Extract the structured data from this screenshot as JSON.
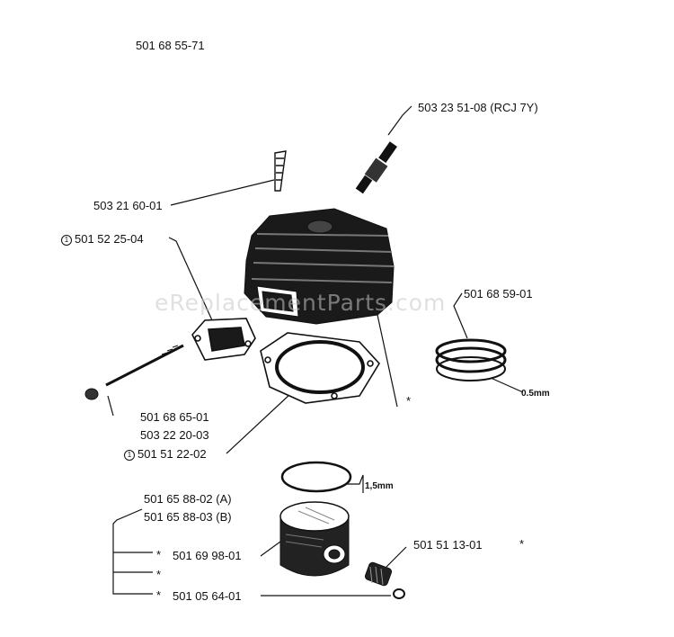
{
  "assembly_number": "501 68 55-71",
  "watermark": "eReplacementParts.com",
  "colors": {
    "ink": "#111111",
    "watermark": "#c8c8c8"
  },
  "labels": {
    "spark_plug": "503 23 51-08 (RCJ 7Y)",
    "screw_top": "503 21 60-01",
    "exhaust_gasket": "501 52 25-04",
    "ring_set": "501 68 59-01",
    "ring_gap": "0.5mm",
    "asterisk_cylinder": "*",
    "stud": "501 68 65-01",
    "nut": "503 22 20-03",
    "cylinder_gasket": "501 51 22-02",
    "piston_ring_width": "1,5mm",
    "piston_a": "501 65 88-02 (A)",
    "piston_b": "501 65 88-03 (B)",
    "piston_pin": "501 69 98-01",
    "bearing": "501 51 13-01",
    "circlip": "501 05 64-01",
    "star_1": "*",
    "star_2": "*",
    "star_3": "*",
    "bearing_star": "*"
  }
}
